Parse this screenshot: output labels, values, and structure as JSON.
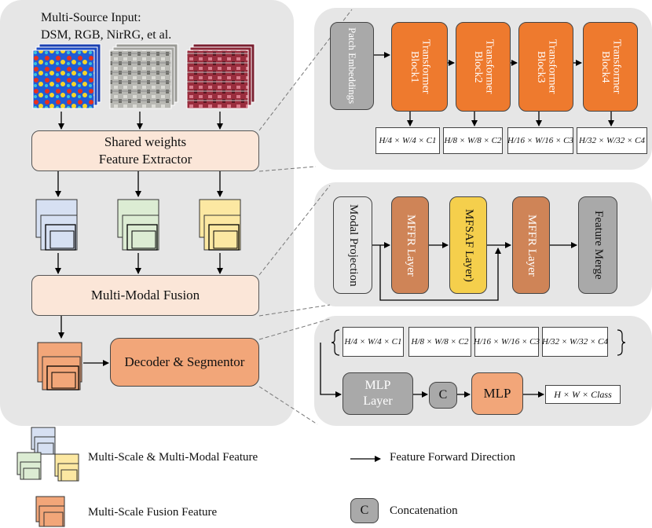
{
  "input": {
    "title_line1": "Multi-Source Input:",
    "title_line2": "DSM, RGB, NirRG, et al."
  },
  "left": {
    "extractor_line1": "Shared weights",
    "extractor_line2": "Feature Extractor",
    "fusion": "Multi-Modal Fusion",
    "decoder": "Decoder & Segmentor"
  },
  "backbone": {
    "patch": "Patch Embeddings",
    "blocks": [
      "Transformer Block1",
      "Transformer Block2",
      "Transformer Block3",
      "Transformer Block4"
    ],
    "dims": [
      "H/4 × W/4 × C1",
      "H/8 × W/8 × C2",
      "H/16 × W/16 × C3",
      "H/32 × W/32 × C4"
    ]
  },
  "fusion_detail": {
    "modal": "Modal Projection",
    "mffr1": "MFFR Layer",
    "mfsaf": "MFSAF Layer)",
    "mffr2": "MFFR Layer",
    "merge": "Feature Merge"
  },
  "decoder_detail": {
    "dims": [
      "H/4 × W/4 × C1",
      "H/8 × W/8 × C2",
      "H/16 × W/16 × C3",
      "H/32 × W/32 × C4"
    ],
    "mlp_layer": "MLP Layer",
    "concat": "C",
    "mlp": "MLP",
    "output": "H × W × Class"
  },
  "legend": {
    "multi_scale_modal": "Multi-Scale & Multi-Modal Feature",
    "forward": "Feature Forward Direction",
    "fusion_feature": "Multi-Scale Fusion Feature",
    "concat_symbol": "C",
    "concat": "Concatenation"
  },
  "colors": {
    "panel": "#e6e6e6",
    "peach": "#fbe6d8",
    "orange": "#ee7a2e",
    "gray": "#a9a9a9",
    "yellow": "#f5cf4c",
    "brown": "#cf8457",
    "salmon": "#f2a679"
  }
}
